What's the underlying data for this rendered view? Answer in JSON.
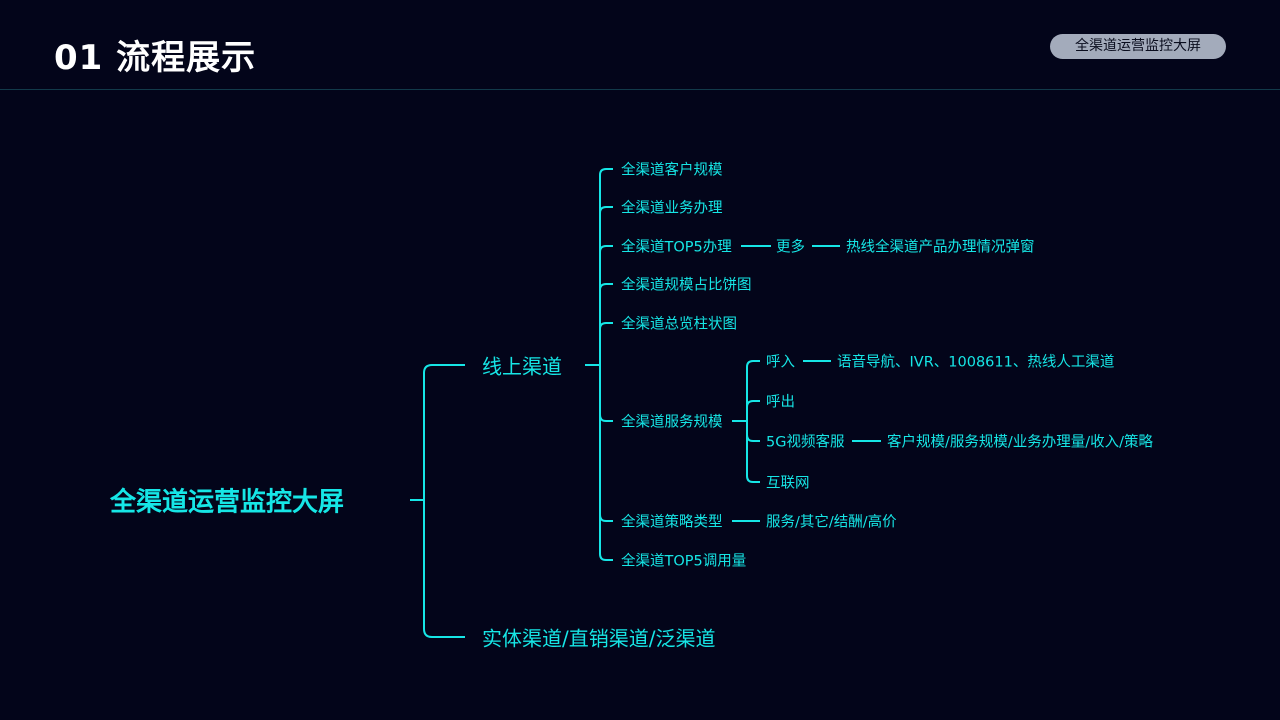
{
  "header": {
    "title": "01 流程展示",
    "badge": "全渠道运营监控大屏"
  },
  "colors": {
    "background": "#03051a",
    "accent": "#16e6e6",
    "badge": "#a3abbb"
  },
  "mindmap": {
    "root": "全渠道运营监控大屏",
    "online": {
      "label": "线上渠道",
      "items": {
        "customer_scale": "全渠道客户规模",
        "business": "全渠道业务办理",
        "top5": "全渠道TOP5办理",
        "top5_more": "更多",
        "top5_popup": "热线全渠道产品办理情况弹窗",
        "pie": "全渠道规模占比饼图",
        "bar": "全渠道总览柱状图",
        "service": "全渠道服务规模",
        "strategy": "全渠道策略类型",
        "strategy_detail": "服务/其它/结酬/高价",
        "top5_calls": "全渠道TOP5调用量"
      },
      "service_children": {
        "inbound": "呼入",
        "inbound_detail": "语音导航、IVR、1008611、热线人工渠道",
        "outbound": "呼出",
        "video": "5G视频客服",
        "video_detail": "客户规模/服务规模/业务办理量/收入/策略",
        "internet": "互联网"
      }
    },
    "offline": {
      "label": "实体渠道/直销渠道/泛渠道"
    }
  }
}
